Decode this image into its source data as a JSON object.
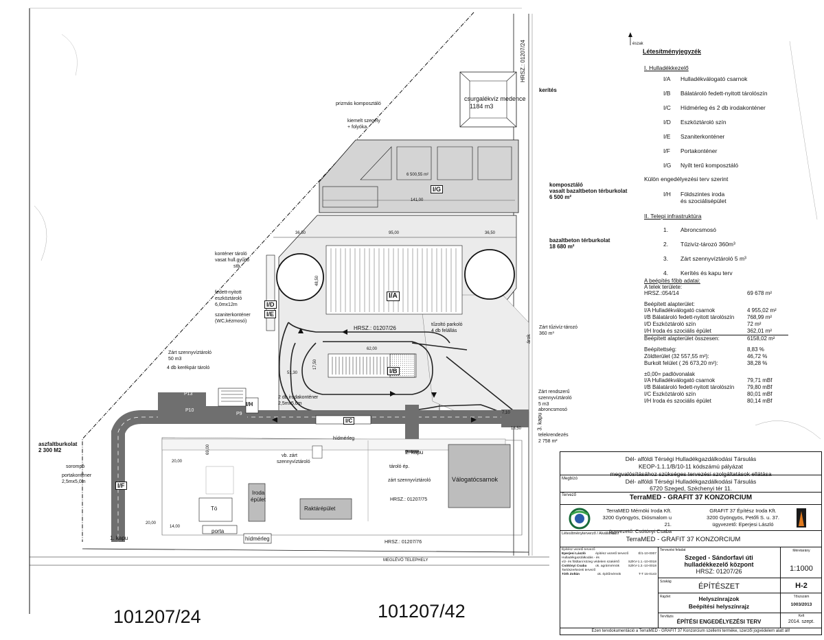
{
  "north_label": "észak",
  "legend": {
    "title": "Létesítményjegyzék",
    "section1": "I. Hulladékkezelő",
    "items": [
      {
        "code": "I/A",
        "name": "Hulladékválogató csarnok"
      },
      {
        "code": "I/B",
        "name": "Bálatároló fedett-nyitott tárolószín"
      },
      {
        "code": "I/C",
        "name": "Hídmérleg és 2 db irodakonténer"
      },
      {
        "code": "I/D",
        "name": "Eszköztároló szín"
      },
      {
        "code": "I/E",
        "name": "Szaniterkonténer"
      },
      {
        "code": "I/F",
        "name": "Portakonténer"
      },
      {
        "code": "I/G",
        "name": "Nyílt terű komposztáló"
      }
    ],
    "separate_permit": "Külön engedélyezési terv szerint",
    "item_h_code": "I/H",
    "item_h_name1": "Földszintes iroda",
    "item_h_name2": "és szociálisépület",
    "section2": "II. Telepi infrastruktúra",
    "infra": [
      {
        "num": "1.",
        "name": "Abroncsmosó"
      },
      {
        "num": "2.",
        "name": "Tűzivíz-tározó 360m³"
      },
      {
        "num": "3.",
        "name": "Zárt szennyvíztároló 5 m³"
      },
      {
        "num": "4.",
        "name": "Kerítés és kapu terv"
      }
    ]
  },
  "stats": {
    "title": "A beépítés főbb adatai:",
    "plot_label": "A telek területe:",
    "plot_hrsz": "HRSZ.:054/14",
    "plot_area": "69 678  m²",
    "built_label": "Beépített alapterület:",
    "built": [
      {
        "k": "I/A  Hulladékválogató csarnok",
        "v": "4 955,02 m²"
      },
      {
        "k": "I/B  Bálatároló fedett-nyitott tárolószín",
        "v": "768,99 m²"
      },
      {
        "k": "I/D  Eszköztároló szín",
        "v": "72 m²"
      },
      {
        "k": "I/H  Iroda és szociális épület",
        "v": "362,01 m²"
      }
    ],
    "built_total_k": "Beépített alapterület összesen:",
    "built_total_v": "6158,02 m²",
    "ratios": [
      {
        "k": "Beépítettség:",
        "v": "8,83 %"
      },
      {
        "k": "Zöldterület (32 557,55 m²):",
        "v": "46,72 %"
      },
      {
        "k": "Burkolt felület ( 26 673,20 m²):",
        "v": "38,28 %"
      }
    ],
    "levels_label": "±0,00= padlóvonalak",
    "levels": [
      {
        "k": "I/A  Hulladékválogató csarnok",
        "v": "79,71 mBf"
      },
      {
        "k": "I/B  Bálatároló fedett-nyitott tárolószín",
        "v": "79,80 mBf"
      },
      {
        "k": "I/C  Eszköztároló szín",
        "v": "80,01 mBf"
      },
      {
        "k": "I/H  Iroda és szociális épület",
        "v": "80,14 mBf"
      }
    ]
  },
  "plan": {
    "kerites": "kerítés",
    "hrsz_road": "HRSZ.: 01207/24",
    "csurgalek1": "csurgalékvíz medence",
    "csurgalek2": "1184 m3",
    "prizmas": "prizmás komposztáló",
    "kiemelt1": "kiemelt szegély",
    "kiemelt2": "+ folyóka",
    "area_dim": "6 500,55 m²",
    "ig_label": "I/G",
    "dim_141": "141,00",
    "kompost1": "komposztáló",
    "kompost2": "vasalt bazaltbeton térburkolat",
    "kompost3": "6 500 m²",
    "bazalt1": "bazaltbeton térburkolat",
    "bazalt2": "18 680 m²",
    "dim_3650a": "36,50",
    "dim_95": "95,00",
    "dim_3650b": "36,50",
    "kontener1": "konténer tároló",
    "kontener2": "vasat hull.gyűjtő",
    "kontener3": "stb.",
    "fedett1": "fedett-nyitott",
    "fedett2": "eszköztároló",
    "fedett3": "6,0mx12m",
    "id_label": "I/D",
    "ie_label": "I/E",
    "szaniter1": "szaniterkonténer",
    "szaniter2": "(WC,kézmosó)",
    "dim_4850": "48,50",
    "ia_label": "I/A",
    "hrsz_inner": "HRSZ.: 01207/26",
    "tuzolto1": "tűzoltó parkoló",
    "tuzolto2": "4 db felállás",
    "tuziviz1": "Zárt tűzivíz-tározó",
    "tuziviz2": "360 m³",
    "arok": "árok",
    "dim_62": "62,00",
    "ib_label": "I/B",
    "zart1": "Zárt szennyvíztároló",
    "zart2": "50 m3",
    "bicycle": "4 db kerékpár tároló",
    "dim_5130": "51,30",
    "dim_1750": "17,50",
    "p13": "P13",
    "p10": "P10",
    "p9": "P9",
    "ih_label": "I/H",
    "ic_label": "I/C",
    "iroda_kont1": "2 db irodakonténer",
    "iroda_kont2": "2,5mx5,0m",
    "zart_r1": "Zárt rendszerű",
    "zart_r2": "szennyvíztároló",
    "zart_r3": "5 m3",
    "abroncs": "abroncsmosó",
    "kapu3": "3. kapu",
    "telek1": "telekrendezés",
    "telek2": "2 758 m²",
    "dim_710": "7,10",
    "dim_1350": "13,50",
    "aszfalt1": "aszfaltburkolat",
    "aszfalt2": "2 300 M2",
    "sorompo": "sorompó",
    "portak1": "portakonténer",
    "portak2": "2,5mx5,0m",
    "if_label": "I/F",
    "hidmerleg_top": "hídmérleg",
    "kapu2": "2. kapu",
    "vb1": "vb. zárt",
    "vb2": "szennyvíztároló",
    "taroloep": "tároló ép.",
    "zart_szv": "zárt szennyvíztároló",
    "valogato": "Válogatócsarnok",
    "hrsz_75": "HRSZ.: 01207/75",
    "iroda_ep1": "Iroda",
    "iroda_ep2": "épület",
    "to": "Tó",
    "raktar": "Raktárépület",
    "porta": "porta",
    "hidmerleg_bot": "hídmérleg",
    "kapu1": "1. kapu",
    "hrsz_76": "HRSZ.: 01207/76",
    "telephely": "MEGLÉVŐ TELEPHELY",
    "dim_2000a": "20,00",
    "dim_2000b": "20,00",
    "dim_1400": "14,00",
    "dim_6900": "69,00",
    "hand1": "101207/24",
    "hand2": "101207/42"
  },
  "titleblock": {
    "head1": "Dél- alföldi Térségi Hulladékgazdálkodási Társulás",
    "head2": "KEOP-1.1.1/B/10-11 kódszámú pályázat",
    "head3": "megvalósításához szükséges tervezési szolgáltatások ellátása",
    "megbizo_lbl": "Megbízó",
    "megbizo1": "Dél- alföldi Térségi Hulladékgazdálkodási Társulás",
    "megbizo2": "6720 Szeged, Széchenyi tér 11.",
    "tervezo_lbl": "Tervező",
    "tervezo": "TerraMED - GRAFIT 37 KONZORCIUM",
    "terramed1": "TerraMED Mérnöki Iroda Kft.",
    "terramed2": "3200 Gyöngyös, Diósmalom u 21.",
    "terramed3": "ügyvezető: Csótónyi Csaba",
    "grafit1": "GRAFIT 37 Építész Iroda Kft.",
    "grafit2": "3200 Gyöngyös, Petőfi S. u. 37.",
    "grafit3": "ügyvezető: Eperjesi László",
    "letesito_lbl": "Létesítményterverző / Alvállalkozó",
    "letesito": "TerraMED - GRAFIT 37 KONZORCIUM",
    "st1_lbl": "Építész vezető tervező",
    "st1a": "Eperjesi László",
    "st1b": "építész vezető tervező",
    "st1c": "É/1-10-0007",
    "st2_lbl": "Hulladékgazdálkodás - és",
    "st2_lbl2": "víz- és földtani közeg védelem szakértő",
    "st2a": "Csótónyi Csaba",
    "st2b": "ok. agrármérnök",
    "st2c": "SZKV-1.1.-10-0018",
    "st2d": "SZKV-1.3.-10-0018",
    "st3_lbl": "Tartószerkezeti tervező",
    "st3a": "Tóth Zoltán",
    "st3b": "ok. építőmérnök",
    "st3c": "T-T 15-0143",
    "tk_lbl": "Tervezési feladat",
    "proj1": "Szeged - Sándorfavi úti",
    "proj2": "hulladékkezelő központ",
    "proj3": "HRSZ: 01207/26",
    "mer_lbl": "Méretarány",
    "scale": "1:1000",
    "szakag_lbl": "Szakág",
    "szakag": "ÉPÍTÉSZET",
    "sheet": "H-2",
    "rajz_lbl": "Rajzlet",
    "rajz1": "Helyszínrajzok",
    "rajz2": "Beépítési helyszínrajz",
    "tsz_lbl": "Tőszszám",
    "tsz": "1003/2013",
    "tfazis_lbl": "Tervfázis",
    "tfazis": "ÉPÍTÉSI ENGEDÉLYEZÉSI TERV",
    "kelt_lbl": "Kelt",
    "kelt": "2014. szept.",
    "footer": "Ezen tervdokumentáció a TerraMED - GRAFIT 37 Konzorcium szellemi terméke, szerzői jogvédelem alatt áll!"
  },
  "colors": {
    "paved": "#e6e6e6",
    "compost": "#d4d4d4",
    "road": "#6f6f6f",
    "building": "#bdbdbd"
  }
}
